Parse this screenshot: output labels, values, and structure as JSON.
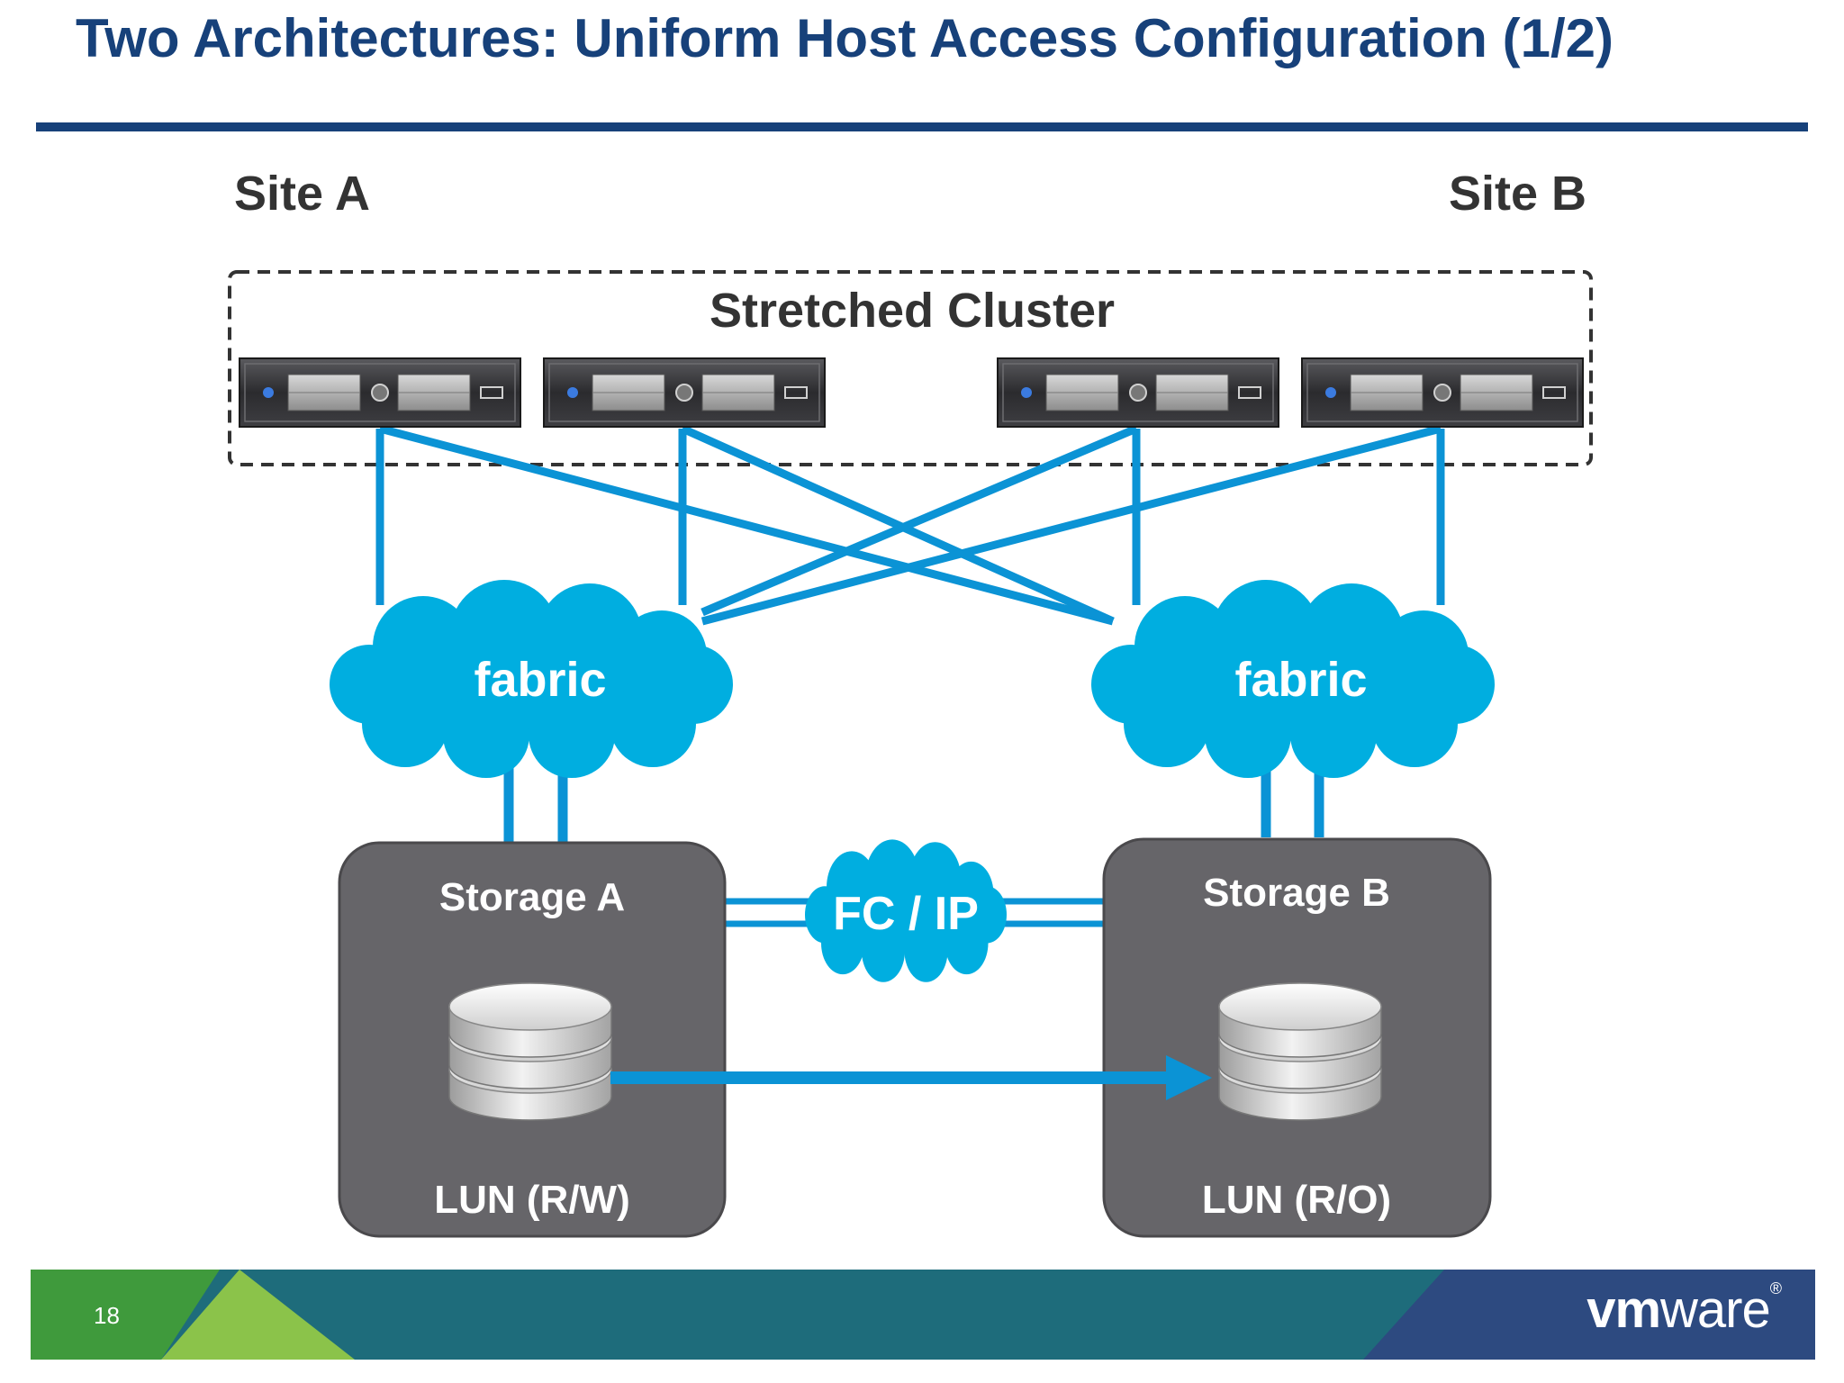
{
  "slide": {
    "title": "Two Architectures: Uniform Host Access Configuration (1/2)",
    "page_number": "18"
  },
  "sites": {
    "left": "Site A",
    "right": "Site B"
  },
  "cluster": {
    "label": "Stretched Cluster",
    "host_count": 4
  },
  "fabric": {
    "left_label": "fabric",
    "right_label": "fabric"
  },
  "link": {
    "label": "FC / IP"
  },
  "storage": {
    "a": {
      "name": "Storage A",
      "lun": "LUN (R/W)"
    },
    "b": {
      "name": "Storage B",
      "lun": "LUN (R/O)"
    }
  },
  "logo": {
    "bold": "vm",
    "light": "ware",
    "mark": "®"
  },
  "colors": {
    "title": "#17417a",
    "link_blue": "#0b93d5",
    "cloud_blue": "#00aee0",
    "storage_gray": "#666569",
    "footer_green": "#5aa038",
    "footer_teal": "#1e6c7b",
    "footer_navy": "#2d4a80"
  }
}
